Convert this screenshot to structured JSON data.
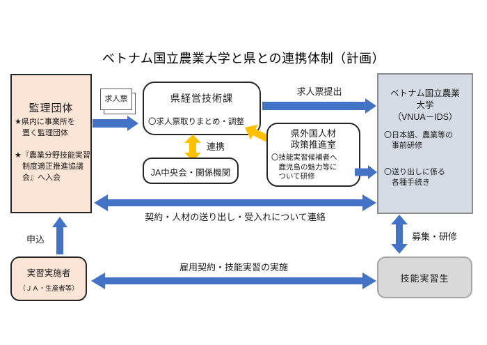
{
  "title": "ベトナム国立農業大学と県との連携体制（計画）",
  "colors": {
    "arrow_blue": "#4472C4",
    "arrow_yellow": "#FFC000",
    "box_peach": "#FBE5D6",
    "box_bluegray": "#D6DCE5",
    "box_gray": "#D9D9D9",
    "border_gray": "#8C8C8C"
  },
  "nodes": {
    "kanri_dantai": {
      "title": "監理団体",
      "note1": "★県内に事業所を\n　置く監理団体",
      "note2": "★『農業分野技能実習\n　制度適正推進協議\n　会』へ入会"
    },
    "kyujinhyo_doc": {
      "label": "求人票"
    },
    "keiei_gijutsuka": {
      "title": "県経営技術課",
      "note": "〇求人票取りまとめ・調整"
    },
    "ja_chuokai": {
      "title": "JA中央会・関係機関"
    },
    "suishinshitsu": {
      "title": "県外国人材\n政策推進室",
      "note": "〇技能実習候補者へ\n　鹿児島の魅力等に\n　ついて研修"
    },
    "vnua": {
      "title": "ベトナム国立農業\n大学\n（VNUA－IDS）",
      "note1": "〇日本語、農業等の\n　事前研修",
      "note2": "〇送り出しに係る\n　各種手続き"
    },
    "jisshu_jisshisha": {
      "title": "実習実施者",
      "sub": "（ＪＡ・生産者等）"
    },
    "ginou_jisshusei": {
      "title": "技能実習生"
    }
  },
  "edges": {
    "kyujinhyo_teishutsu": "求人票提出",
    "renkei": "連携",
    "keiyaku_renraku": "契約・人材の送り出し・受入れについて連絡",
    "moushikomi": "申込",
    "koyou_keiyaku": "雇用契約・技能実習の実施",
    "boshu_kenshu": "募集・研修"
  }
}
